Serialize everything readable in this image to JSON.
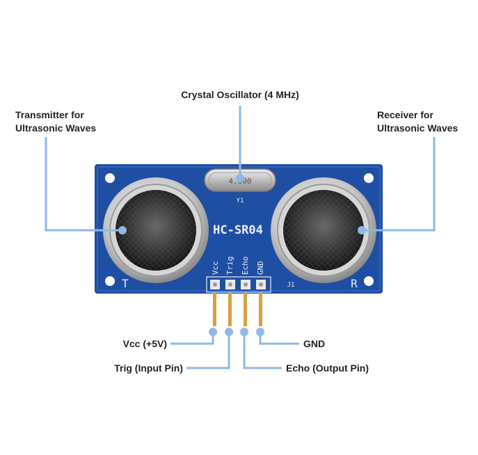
{
  "labels": {
    "crystal": "Crystal Oscillator (4 MHz)",
    "transmitter": [
      "Transmitter for",
      "Ultrasonic Waves"
    ],
    "receiver": [
      "Receiver for",
      "Ultrasonic Waves"
    ],
    "vcc": "Vcc (+5V)",
    "trig": "Trig (Input Pin)",
    "echo": "Echo (Output Pin)",
    "gnd": "GND"
  },
  "board": {
    "model": "HC-SR04",
    "crystal_marking": "4.000",
    "crystal_ref": "Y1",
    "header_ref": "J1",
    "transmitter_mark": "T",
    "receiver_mark": "R",
    "pins": [
      "Vcc",
      "Trig",
      "Echo",
      "GND"
    ]
  },
  "colors": {
    "pcb": "#1f4fa3",
    "callout": "#8fb8e6",
    "text": "#222222",
    "pin": "#d3a33a"
  }
}
